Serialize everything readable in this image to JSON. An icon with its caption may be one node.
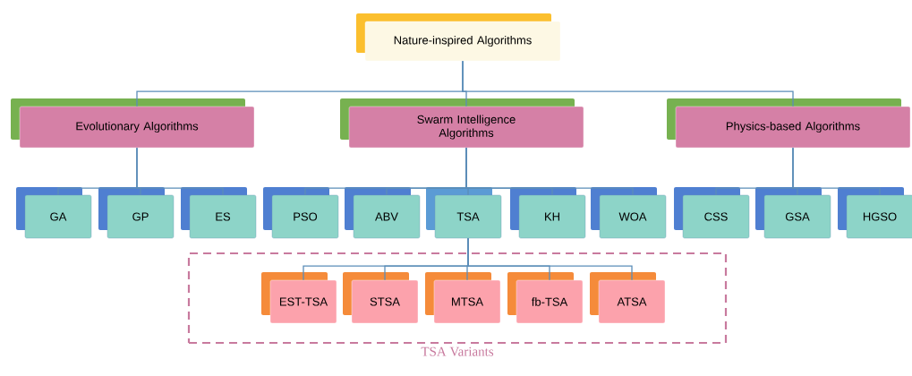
{
  "diagram": {
    "nodes": [
      {
        "text": [
          "Nature-inspired Algorithms"
        ]
      },
      {
        "text": [
          "Evolutionary Algorithms"
        ]
      },
      {
        "text": [
          "Swarm Intelligence Algorithms"
        ]
      },
      {
        "text": [
          "Physics-based Algorithms"
        ]
      },
      {
        "text": [
          "GA"
        ]
      },
      {
        "text": [
          "GP"
        ]
      },
      {
        "text": [
          "ES"
        ]
      },
      {
        "text": [
          "PSO"
        ]
      },
      {
        "text": [
          "ABV"
        ]
      },
      {
        "text": [
          "TSA"
        ]
      },
      {
        "text": [
          "KH"
        ]
      },
      {
        "text": [
          "WOA"
        ]
      },
      {
        "text": [
          "CSS"
        ]
      },
      {
        "text": [
          "GSA"
        ]
      },
      {
        "text": [
          "HGSO"
        ]
      },
      {
        "text": [
          "TSA Variants"
        ]
      },
      {
        "text": [
          "EST-TSA"
        ],
        "in": 15
      },
      {
        "text": [
          "STSA"
        ],
        "in": 15
      },
      {
        "text": [
          "MTSA"
        ],
        "in": 15
      },
      {
        "text": [
          "fb-TSA"
        ],
        "in": 15
      },
      {
        "text": [
          "ATSA"
        ],
        "in": 15
      }
    ],
    "edges": [
      {
        "from": 0,
        "to": 1,
        "arrow": "none"
      },
      {
        "from": 0,
        "to": 2,
        "arrow": "none"
      },
      {
        "from": 0,
        "to": 3,
        "arrow": "none"
      },
      {
        "from": 1,
        "to": 4,
        "arrow": "none"
      },
      {
        "from": 1,
        "to": 5,
        "arrow": "none"
      },
      {
        "from": 1,
        "to": 6,
        "arrow": "none"
      },
      {
        "from": 2,
        "to": 7,
        "arrow": "none"
      },
      {
        "from": 2,
        "to": 8,
        "arrow": "none"
      },
      {
        "from": 2,
        "to": 9,
        "arrow": "none"
      },
      {
        "from": 2,
        "to": 10,
        "arrow": "none"
      },
      {
        "from": 2,
        "to": 11,
        "arrow": "none"
      },
      {
        "from": 3,
        "to": 12,
        "arrow": "none"
      },
      {
        "from": 3,
        "to": 13,
        "arrow": "none"
      },
      {
        "from": 3,
        "to": 14,
        "arrow": "none"
      },
      {
        "from": 9,
        "to": 16,
        "arrow": "none"
      },
      {
        "from": 9,
        "to": 17,
        "arrow": "none"
      },
      {
        "from": 9,
        "to": 18,
        "arrow": "none"
      },
      {
        "from": 9,
        "to": 19,
        "arrow": "none"
      },
      {
        "from": 9,
        "to": 20,
        "arrow": "none"
      }
    ]
  }
}
